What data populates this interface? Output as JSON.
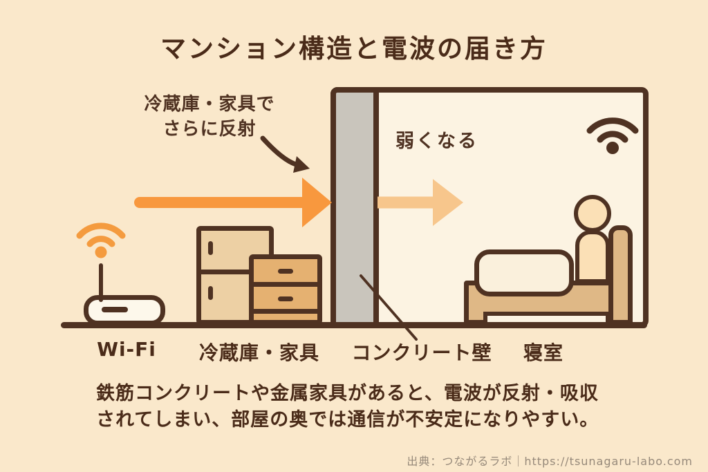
{
  "title": "マンション構造と電波の届き方",
  "annotations": {
    "reflection": {
      "line1": "冷蔵庫・家具で",
      "line2": "さらに反射"
    },
    "weaken_label": "弱くなる"
  },
  "diagram_labels": {
    "router": "Wi-Fi",
    "fridge_furniture": "冷蔵庫・家具",
    "concrete_wall": "コンクリート壁",
    "bedroom": "寝室"
  },
  "description": {
    "line1": "鉄筋コンクリートや金属家具があると、電波が反射・吸収",
    "line2": "されてしまい、部屋の奥では通信が不安定になりやすい。"
  },
  "footer": {
    "source": "出典：つながるラボ｜https://tsunagaru-labo.com"
  },
  "icons": {
    "router_signal": "wifi-signal-icon (orange)",
    "room_signal": "wifi-signal-icon (brown)",
    "strong_wave": "right-arrow (strong, orange)",
    "weak_wave": "right-arrow (weak, pale orange)",
    "reflection_arrow": "curved-arrow (down-right)",
    "wall_pointer": "diagonal pointer line"
  },
  "colors": {
    "background": "#FAE8CB",
    "room_interior": "#FCF3E2",
    "outline_brown": "#4F3222",
    "title_text": "#4A2B19",
    "wall_gray": "#C9C5BC",
    "arrow_strong_orange": "#F8983E",
    "arrow_weak_orange": "#F7C68C",
    "wifi_orange": "#F49B3F",
    "fridge_fill": "#EDD0A4",
    "drawers_fill": "#E5B171",
    "bed_frame_fill": "#DFB886",
    "blanket_fill": "#FAF0DC",
    "skin_fill": "#FBE0B6",
    "router_fill": "#FDF8EB",
    "footer_text": "#96897A"
  }
}
